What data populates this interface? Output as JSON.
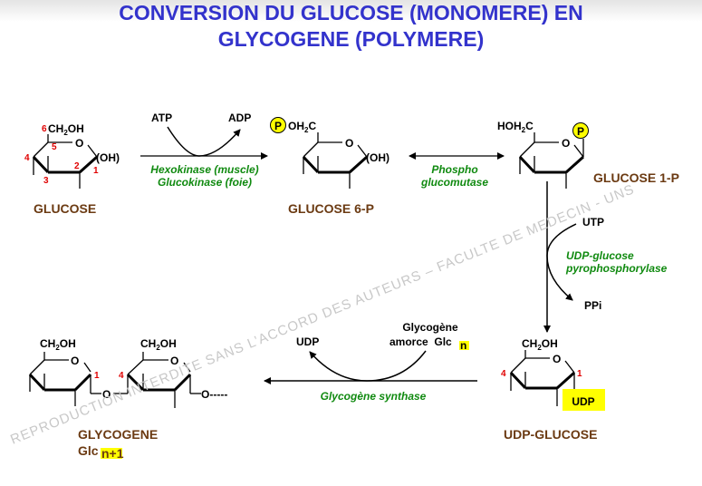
{
  "title": {
    "line1": "CONVERSION DU GLUCOSE (MONOMERE) EN",
    "line2": "GLYCOGENE (POLYMERE)"
  },
  "colors": {
    "title": "#3333cc",
    "enzyme": "#108a10",
    "compound_name": "#6b3a12",
    "carbon_number": "#e00000",
    "highlight": "#ffff00",
    "watermark": "#c8c8c8"
  },
  "glucose": {
    "substituent_top": "CH",
    "sub2": "2",
    "substituent_top_end": "OH",
    "ring_oxygen": "O",
    "anomeric": "(OH)",
    "carbon_numbers": [
      "6",
      "5",
      "4",
      "3",
      "2",
      "1"
    ],
    "name": "GLUCOSE"
  },
  "step1": {
    "cofactor_in": "ATP",
    "cofactor_out": "ADP",
    "enzyme_line1": "Hexokinase (muscle)",
    "enzyme_line2": "Glucokinase (foie)"
  },
  "glucose6p": {
    "phosphate": "P",
    "substituent_top": "OH",
    "sub2": "2",
    "substituent_top_end": "C",
    "ring_oxygen": "O",
    "anomeric": "(OH)",
    "name": "GLUCOSE 6-P"
  },
  "step2": {
    "enzyme_line1": "Phospho",
    "enzyme_line2": "glucomutase"
  },
  "glucose1p": {
    "substituent_top": "HOH",
    "sub2": "2",
    "substituent_top_end": "C",
    "ring_oxygen": "O",
    "phosphate": "P",
    "name": "GLUCOSE 1-P"
  },
  "step3": {
    "cofactor_in": "UTP",
    "cofactor_out": "PPi",
    "enzyme_line1": "UDP-glucose",
    "enzyme_line2": "pyrophosphorylase"
  },
  "udpglucose": {
    "substituent_top": "CH",
    "sub2": "2",
    "substituent_top_end": "OH",
    "ring_oxygen": "O",
    "carbon_numbers": [
      "4",
      "1"
    ],
    "udp_label": "UDP",
    "name": "UDP-GLUCOSE"
  },
  "step4": {
    "cofactor_out": "UDP",
    "primer_line1": "Glycogène",
    "primer_line2": "amorce  Glc",
    "primer_sub": "n",
    "enzyme": "Glycogène synthase"
  },
  "glycogen": {
    "unit_substituent": "CH",
    "sub2": "2",
    "unit_substituent_end": "OH",
    "ring_oxygen": "O",
    "glycosidic_oxygen": "O",
    "tail": "O-----",
    "carbon_numbers": [
      "1",
      "4"
    ],
    "name_line1": "GLYCOGENE",
    "name_line2": "Glc",
    "name_sub": "n+1"
  },
  "watermark": "REPRODUCTION INTERDITE SANS L’ACCORD DES AUTEURS – FACULTE DE MEDECIN - UNS"
}
